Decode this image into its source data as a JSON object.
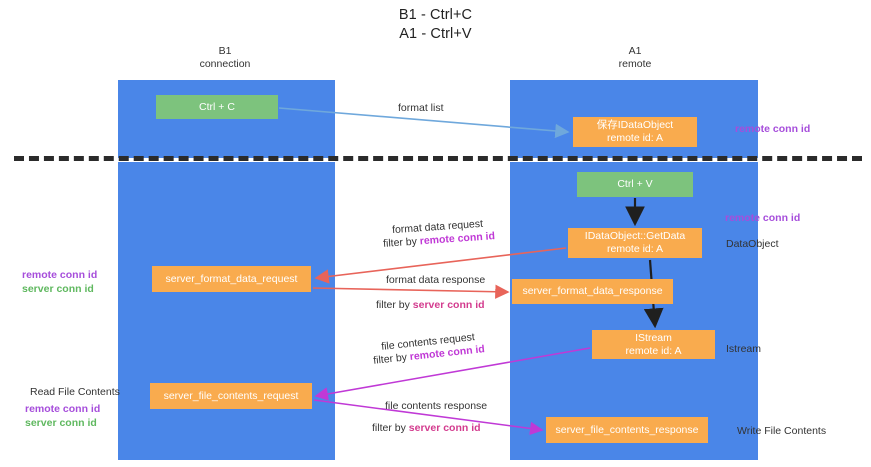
{
  "title": {
    "line1": "B1 - Ctrl+C",
    "line2": "A1 - Ctrl+V"
  },
  "columns": {
    "b1": {
      "name": "B1",
      "sub": "connection",
      "label": "B1\nconnection"
    },
    "a1": {
      "name": "A1",
      "sub": "remote",
      "label": "A1\nremote"
    }
  },
  "nodes": {
    "ctrl_c": {
      "line1": "Ctrl + C",
      "line2": "",
      "color": "#7dc37d"
    },
    "idataobject": {
      "line1": "保存IDataObject",
      "line2": "remote id: A",
      "color": "#f9ab4e"
    },
    "ctrl_v": {
      "line1": "Ctrl + V",
      "line2": "",
      "color": "#7dc37d"
    },
    "getdata": {
      "line1": "IDataObject::GetData",
      "line2": "remote id: A",
      "color": "#f9ab4e"
    },
    "server_format_data_request": {
      "line1": "server_format_data_request",
      "line2": "",
      "color": "#f9ab4e"
    },
    "server_format_data_response": {
      "line1": "server_format_data_response",
      "line2": "",
      "color": "#f9ab4e"
    },
    "istream": {
      "line1": "IStream",
      "line2": "remote id: A",
      "color": "#f9ab4e"
    },
    "server_file_contents_request": {
      "line1": "server_file_contents_request",
      "line2": "",
      "color": "#f9ab4e"
    },
    "server_file_contents_response": {
      "line1": "server_file_contents_response",
      "line2": "",
      "color": "#f9ab4e"
    }
  },
  "edge_labels": {
    "format_list": "format list",
    "format_data_request": "format data request",
    "format_data_request_filter_prefix": "filter by ",
    "format_data_request_filter_key": "remote conn id",
    "format_data_response": "format data response",
    "format_data_response_filter_prefix": "filter by ",
    "format_data_response_filter_key": "server conn id",
    "file_contents_request": "file contents request",
    "file_contents_request_filter_prefix": "filter by ",
    "file_contents_request_filter_key": "remote conn id",
    "file_contents_response": "file contents response",
    "file_contents_response_filter_prefix": "filter by ",
    "file_contents_response_filter_key": "server conn id"
  },
  "notes": {
    "remote_conn_id": "remote conn id",
    "server_conn_id": "server conn id",
    "dataobject": "DataObject",
    "istream": "Istream",
    "read_file_contents": "Read File Contents",
    "write_file_contents": "Write File Contents"
  },
  "colors": {
    "lane_blue": "#4a86e8",
    "node_orange": "#f9ab4e",
    "node_green": "#7dc37d",
    "remote_conn_purple": "#a64ddb",
    "server_conn_green": "#5fb85f",
    "arrow_lightblue": "#6fa8dc",
    "arrow_red": "#e8645a",
    "arrow_magenta": "#c039d6",
    "arrow_black": "#1f1f1f",
    "separator": "#2b2b2b"
  }
}
